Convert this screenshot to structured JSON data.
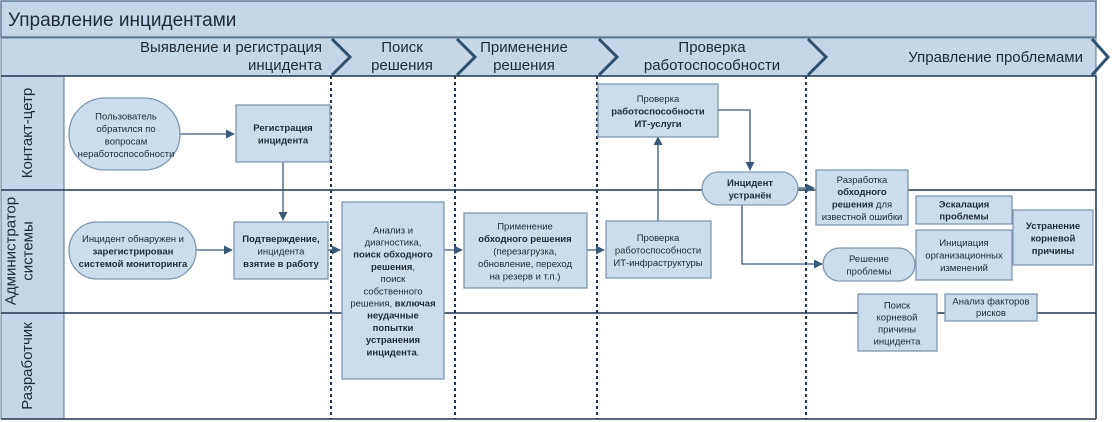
{
  "title": "Управление инцидентами",
  "phases": [
    {
      "lines": [
        "Выявление  и регистрация",
        "инцидента"
      ]
    },
    {
      "lines": [
        "Поиск",
        "решения"
      ]
    },
    {
      "lines": [
        "Применение",
        "решения"
      ]
    },
    {
      "lines": [
        "Проверка",
        "работоспособности"
      ]
    },
    {
      "lines": [
        "Управление проблемами"
      ]
    }
  ],
  "lanes": [
    {
      "lines": [
        "Контакт-цетр"
      ]
    },
    {
      "lines": [
        "Администратор",
        "системы"
      ]
    },
    {
      "lines": [
        "Разработчик"
      ]
    }
  ],
  "nodes": {
    "user_contacted": {
      "lines": [
        [
          {
            "t": "Пользователь"
          }
        ],
        [
          {
            "t": "обратился по"
          }
        ],
        [
          {
            "t": "вопросам"
          }
        ],
        [
          {
            "t": "неработоспособности"
          }
        ]
      ]
    },
    "registration": {
      "lines": [
        [
          {
            "t": "Регистрация",
            "b": true
          }
        ],
        [
          {
            "t": "инцидента",
            "b": true
          }
        ]
      ]
    },
    "monitoring_detected": {
      "lines": [
        [
          {
            "t": "Инцидент обнаружен и"
          }
        ],
        [
          {
            "t": "зарегистрирован",
            "b": true
          }
        ],
        [
          {
            "t": "системой мониторинга",
            "b": true
          }
        ]
      ]
    },
    "confirmation": {
      "lines": [
        [
          {
            "t": "Подтверждение,",
            "b": true
          }
        ],
        [
          {
            "t": "инцидента"
          }
        ],
        [
          {
            "t": "взятие  в работу",
            "b": true
          }
        ]
      ]
    },
    "analysis": {
      "lines": [
        [
          {
            "t": "Анализ и"
          }
        ],
        [
          {
            "t": "диагностика,"
          }
        ],
        [
          {
            "t": "поиск обходного",
            "b": true
          }
        ],
        [
          {
            "t": "решения",
            "b": true
          },
          {
            "t": ","
          }
        ],
        [
          {
            "t": "поиск"
          }
        ],
        [
          {
            "t": "собственного"
          }
        ],
        [
          {
            "t": "решения, "
          },
          {
            "t": "включая",
            "b": true
          }
        ],
        [
          {
            "t": "неудачные",
            "b": true
          }
        ],
        [
          {
            "t": "попытки",
            "b": true
          }
        ],
        [
          {
            "t": "устранения",
            "b": true
          }
        ],
        [
          {
            "t": "инцидента",
            "b": true
          },
          {
            "t": "."
          }
        ]
      ]
    },
    "apply_workaround": {
      "lines": [
        [
          {
            "t": "Применение"
          }
        ],
        [
          {
            "t": "обходного решения",
            "b": true
          }
        ],
        [
          {
            "t": "(перезагрузка,"
          }
        ],
        [
          {
            "t": "обновление, переход"
          }
        ],
        [
          {
            "t": "на резерв и т.п.)"
          }
        ]
      ]
    },
    "check_infra": {
      "lines": [
        [
          {
            "t": "Проверка"
          }
        ],
        [
          {
            "t": "работоспособности"
          }
        ],
        [
          {
            "t": "ИТ-инфраструктуры"
          }
        ]
      ]
    },
    "check_service": {
      "lines": [
        [
          {
            "t": "Проверка"
          }
        ],
        [
          {
            "t": "работоспособности",
            "b": true
          }
        ],
        [
          {
            "t": "ИТ-услуги",
            "b": true
          }
        ]
      ]
    },
    "incident_resolved": {
      "lines": [
        [
          {
            "t": "Инцидент",
            "b": true
          }
        ],
        [
          {
            "t": "устранён",
            "b": true
          }
        ]
      ]
    },
    "workaround_dev": {
      "lines": [
        [
          {
            "t": "Разработка"
          }
        ],
        [
          {
            "t": "обходного",
            "b": true
          }
        ],
        [
          {
            "t": "решения",
            "b": true
          },
          {
            "t": " для"
          }
        ],
        [
          {
            "t": "известной ошибки"
          }
        ]
      ]
    },
    "escalation": {
      "lines": [
        [
          {
            "t": "Эскалация",
            "b": true
          }
        ],
        [
          {
            "t": "проблемы",
            "b": true
          }
        ]
      ]
    },
    "root_fix": {
      "lines": [
        [
          {
            "t": "Устранение",
            "b": true
          }
        ],
        [
          {
            "t": "корневой",
            "b": true
          }
        ],
        [
          {
            "t": "причины",
            "b": true
          }
        ]
      ]
    },
    "problem_solution": {
      "lines": [
        [
          {
            "t": "Решение"
          }
        ],
        [
          {
            "t": "проблемы"
          }
        ]
      ]
    },
    "org_changes": {
      "lines": [
        [
          {
            "t": "Инициация"
          }
        ],
        [
          {
            "t": "организационных"
          }
        ],
        [
          {
            "t": "изменений"
          }
        ]
      ]
    },
    "root_search": {
      "lines": [
        [
          {
            "t": "Поиск"
          }
        ],
        [
          {
            "t": "корневой"
          }
        ],
        [
          {
            "t": "причины"
          }
        ],
        [
          {
            "t": "инцидента"
          }
        ]
      ]
    },
    "risk_analysis": {
      "lines": [
        [
          {
            "t": "Анализ факторов"
          }
        ],
        [
          {
            "t": "рисков"
          }
        ]
      ]
    }
  },
  "colors": {
    "header": "#c5d6e8",
    "header_border": "#5e7a96",
    "box_fill": "#ccdcec",
    "box_border": "#7f97ae",
    "chevron": "#2f4f6f",
    "lane_line": "#1f3550",
    "arrow": "#3b5a7a",
    "text": "#1f2a36"
  }
}
